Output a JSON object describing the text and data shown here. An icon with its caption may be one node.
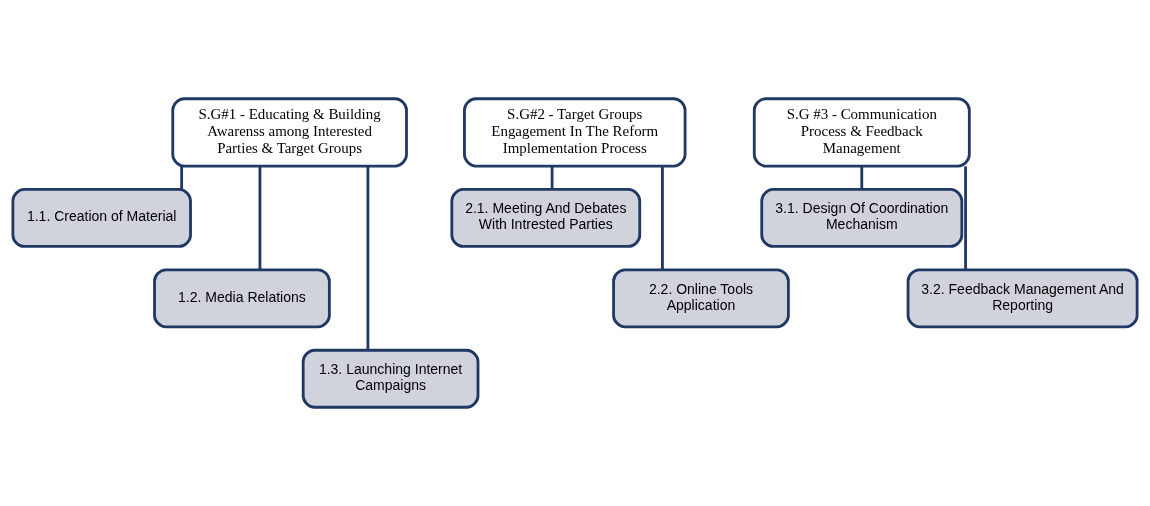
{
  "diagram": {
    "nodes": [
      {
        "text": [
          "S.G#1 - Educating & Building Awarenss among Interested Parties & Target Groups"
        ]
      },
      {
        "text": [
          "1.1. Creation of Material"
        ]
      },
      {
        "text": [
          "1.2. Media Relations"
        ]
      },
      {
        "text": [
          "1.3. Launching Internet Campaigns"
        ]
      },
      {
        "text": [
          "S.G#2 - Target Groups Engagement In The Reform Implementation Process"
        ]
      },
      {
        "text": [
          "2.1. Meeting And Debates With Intrested Parties"
        ]
      },
      {
        "text": [
          "2.2. Online Tools Application"
        ]
      },
      {
        "text": [
          "S.G #3 - Communication Process & Feedback Management"
        ]
      },
      {
        "text": [
          "3.1. Design Of Coordination Mechanism"
        ]
      },
      {
        "text": [
          "3.2. Feedback Management And Reporting"
        ]
      }
    ],
    "edges": [
      {
        "from": 0,
        "to": 1,
        "arrow": "none"
      },
      {
        "from": 0,
        "to": 2,
        "arrow": "none"
      },
      {
        "from": 0,
        "to": 3,
        "arrow": "none"
      },
      {
        "from": 4,
        "to": 5,
        "arrow": "none"
      },
      {
        "from": 4,
        "to": 6,
        "arrow": "none"
      },
      {
        "from": 7,
        "to": 8,
        "arrow": "none"
      },
      {
        "from": 7,
        "to": 9,
        "arrow": "none"
      }
    ]
  }
}
